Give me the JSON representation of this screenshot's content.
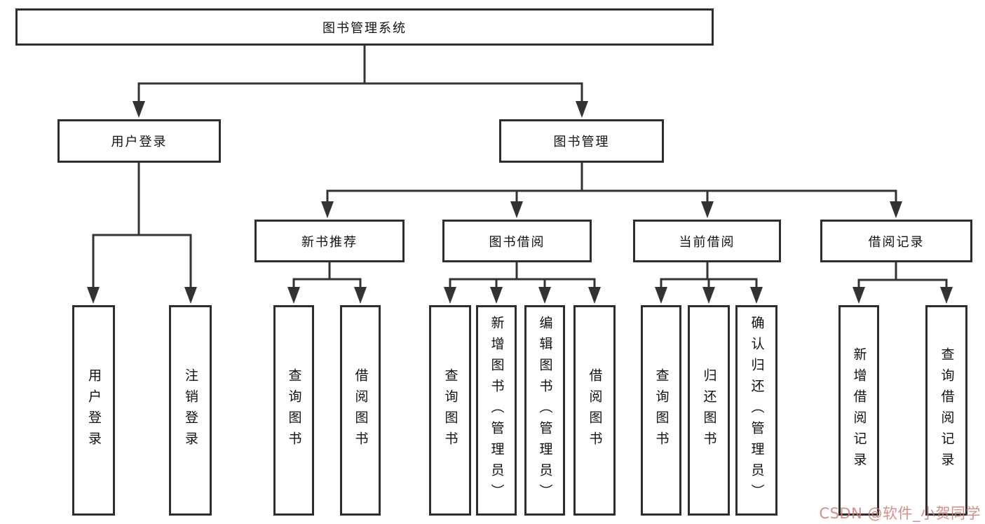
{
  "tree": {
    "label": "图书管理系统",
    "children": [
      {
        "label": "用户登录",
        "children": [
          {
            "label": "用户登录"
          },
          {
            "label": "注销登录"
          }
        ]
      },
      {
        "label": "图书管理",
        "children": [
          {
            "label": "新书推荐",
            "children": [
              {
                "label": "查询图书"
              },
              {
                "label": "借阅图书"
              }
            ]
          },
          {
            "label": "图书借阅",
            "children": [
              {
                "label": "查询图书"
              },
              {
                "label": "新增图书（管理员）"
              },
              {
                "label": "编辑图书（管理员）"
              },
              {
                "label": "借阅图书"
              }
            ]
          },
          {
            "label": "当前借阅",
            "children": [
              {
                "label": "查询图书"
              },
              {
                "label": "归还图书"
              },
              {
                "label": "确认归还（管理员）"
              }
            ]
          },
          {
            "label": "借阅记录",
            "children": [
              {
                "label": "新增借阅记录"
              },
              {
                "label": "查询借阅记录"
              }
            ]
          }
        ]
      }
    ]
  },
  "watermark": {
    "text": "CSDN @软件_小贺同学"
  },
  "colors": {
    "background": "#ffffff",
    "box_border": "#2e2e2e",
    "connector": "#333333",
    "text": "#111111",
    "watermark": "#cd7d74"
  }
}
